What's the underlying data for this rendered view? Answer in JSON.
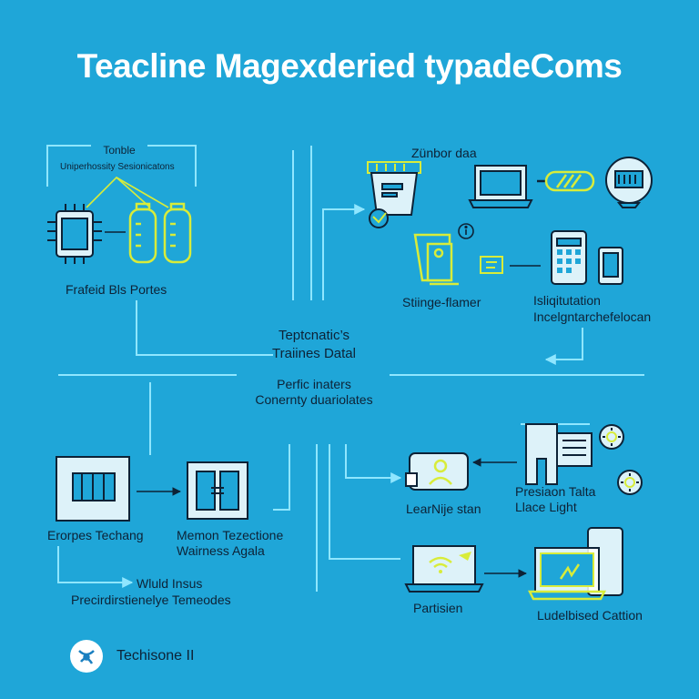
{
  "title": "Teacline Magexderied typadeComs",
  "nodes": {
    "tl_top": "Tonble",
    "tl_sub": "Uniperhossity Sesionicatons",
    "tl_bottom": "Frafeid Bls Portes",
    "tr_top": "Zünbor daa",
    "tr_left": "Stiinge-flamer",
    "tr_right_1": "Isliqitutation",
    "tr_right_2": "Incelgntarchefelocan",
    "center_1": "Teptcnatic’s",
    "center_2": "Traiines Datal",
    "center_3": "Perfic inaters",
    "center_4": "Conernty duariolates",
    "bl_left": "Erorpes Techang",
    "bl_mid_1": "Memon Tezectione",
    "bl_mid_2": "Wairness Agala",
    "bl_bottom_1": "Wluld Insus",
    "bl_bottom_2": "Precirdirstienelye Temeodes",
    "br_left": "LearNije stan",
    "br_right_1": "Presiaon Talta",
    "br_right_2": "Llace Light",
    "br_bottom_left": "Partisien",
    "br_bottom_right": "Ludelbised Cattion"
  },
  "footer": {
    "brand": "Techisone II"
  },
  "colors": {
    "background": "#1fa6d8",
    "line": "#8fe6ff",
    "icon_stroke": "#0d2236",
    "accent": "#d8ec3a"
  },
  "icons": [
    "chip-icon",
    "battery-icon",
    "bucket-icon",
    "laptop-icon",
    "capsule-icon",
    "monitor-icon",
    "info-icon",
    "document-icon",
    "tablet-icon",
    "phone-icon",
    "server-icon",
    "window-icon",
    "contact-card-icon",
    "building-icon",
    "gear-icon",
    "wifi-laptop-icon",
    "laptop-chart-icon",
    "logo-icon"
  ]
}
